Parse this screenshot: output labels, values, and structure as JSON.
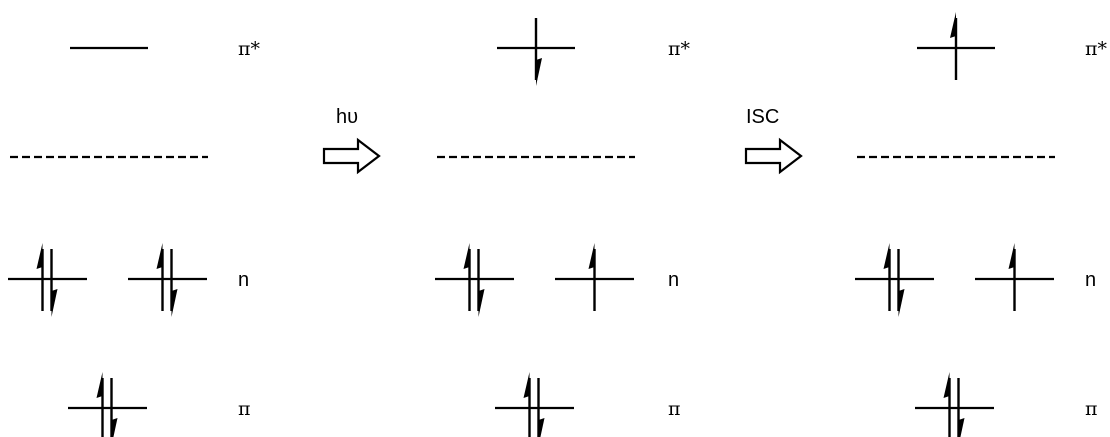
{
  "columns": [
    {
      "levels": {
        "pi_star": {
          "label": "π*",
          "spins": []
        },
        "n_left": {
          "spins": [
            "up",
            "down"
          ]
        },
        "n_right": {
          "spins": [
            "up",
            "down"
          ]
        },
        "n_label": "n",
        "pi": {
          "label": "π",
          "spins": [
            "up",
            "down"
          ]
        }
      }
    },
    {
      "levels": {
        "pi_star": {
          "label": "π*",
          "spins": [
            "down"
          ]
        },
        "n_left": {
          "spins": [
            "up",
            "down"
          ]
        },
        "n_right": {
          "spins": [
            "up"
          ]
        },
        "n_label": "n",
        "pi": {
          "label": "π",
          "spins": [
            "up",
            "down"
          ]
        }
      }
    },
    {
      "levels": {
        "pi_star": {
          "label": "π*",
          "spins": [
            "up"
          ]
        },
        "n_left": {
          "spins": [
            "up",
            "down"
          ]
        },
        "n_right": {
          "spins": [
            "up"
          ]
        },
        "n_label": "n",
        "pi": {
          "label": "π",
          "spins": [
            "up",
            "down"
          ]
        }
      }
    }
  ],
  "transitions": [
    {
      "label": "hυ"
    },
    {
      "label": "ISC"
    }
  ]
}
